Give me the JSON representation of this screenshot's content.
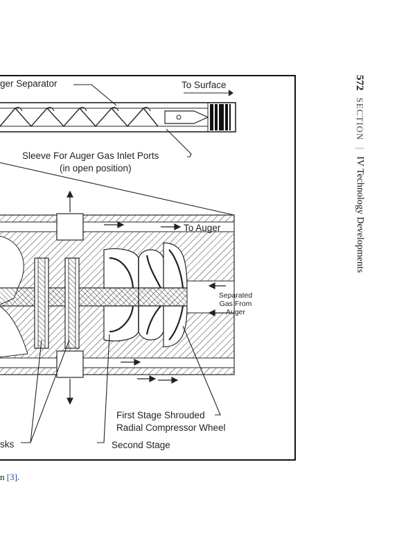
{
  "running_head": {
    "page_number": "572",
    "section": "SECTION",
    "separator": "|",
    "part": "IV Technology Developments"
  },
  "figure": {
    "labels": {
      "auger_separator": "ger Separator",
      "to_surface": "To Surface",
      "sleeve_line1": "Sleeve For Auger Gas Inlet Ports",
      "sleeve_line2": "(in open position)",
      "to_auger": "To Auger",
      "separated_gas": "Separated Gas From Auger",
      "first_stage_line1": "First Stage Shrouded",
      "first_stage_line2": "Radial Compressor Wheel",
      "disks": "sks",
      "second_stage": "Second Stage"
    }
  },
  "caption": {
    "prefix": "n",
    "ref": "[3]",
    "suffix": "."
  }
}
